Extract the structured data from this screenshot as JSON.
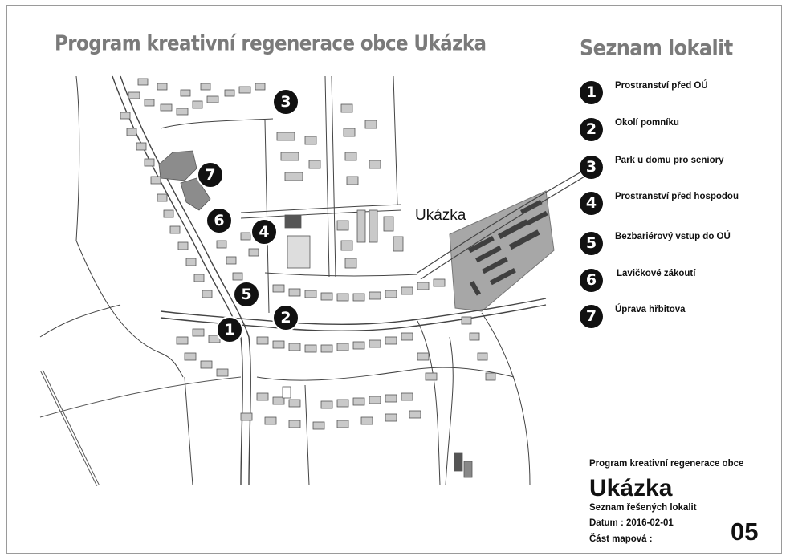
{
  "title": "Program kreativní regenerace obce Ukázka",
  "legend": {
    "title": "Seznam lokalit",
    "items": [
      {
        "num": "1",
        "label": "Prostranství před OÚ"
      },
      {
        "num": "2",
        "label": "Okolí pomníku"
      },
      {
        "num": "3",
        "label": "Park u domu pro seniory"
      },
      {
        "num": "4",
        "label": "Prostranství před hospodou"
      },
      {
        "num": "5",
        "label": "Bezbariérový vstup do OÚ"
      },
      {
        "num": "6",
        "label": "Lavičkové zákoutí"
      },
      {
        "num": "7",
        "label": "Úprava hřbitova"
      }
    ]
  },
  "map": {
    "place_label": "Ukázka",
    "markers": [
      "1",
      "2",
      "3",
      "4",
      "5",
      "6",
      "7"
    ]
  },
  "info": {
    "program": "Program kreativní regenerace obce",
    "name": "Ukázka",
    "subtitle": "Seznam řešených lokalit",
    "date": "Datum : 2016-02-01",
    "part": "Část mapová :",
    "sheet": "05"
  },
  "colors": {
    "title": "#7a7a7a",
    "badge": "#111111",
    "built_area": "#a7a7a7",
    "building": "#c9c9c9"
  }
}
